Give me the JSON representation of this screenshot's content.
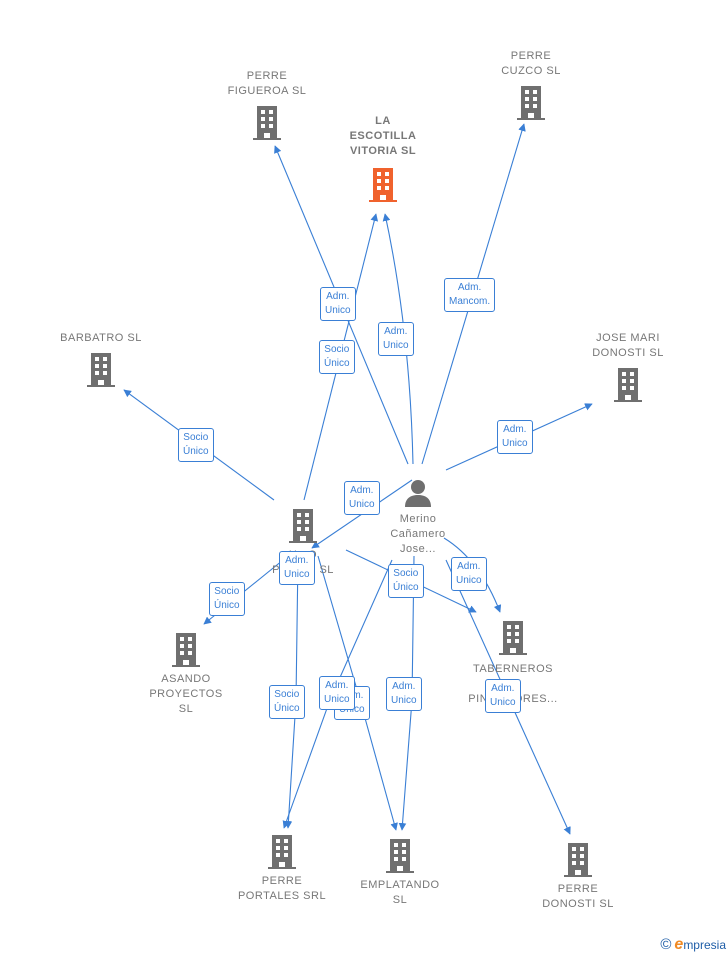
{
  "nodes": {
    "perre_figueroa": {
      "label": [
        "PERRE",
        "FIGUEROA  SL"
      ],
      "type": "company"
    },
    "la_escotilla": {
      "label": [
        "LA",
        "ESCOTILLA",
        "VITORIA  SL"
      ],
      "type": "company",
      "highlight": true
    },
    "perre_cuzco": {
      "label": [
        "PERRE",
        "CUZCO  SL"
      ],
      "type": "company"
    },
    "barbatro": {
      "label": [
        "BARBATRO  SL"
      ],
      "type": "company"
    },
    "jose_mari": {
      "label": [
        "JOSE MARI",
        "DONOSTI  SL"
      ],
      "type": "company"
    },
    "merino": {
      "label": [
        "Merino",
        "Cañamero",
        "Jose..."
      ],
      "type": "person"
    },
    "hostelero": {
      "label": [
        "H...O",
        "PRO...S SL"
      ],
      "type": "company"
    },
    "asando": {
      "label": [
        "ASANDO",
        "PROYECTOS",
        "SL"
      ],
      "type": "company"
    },
    "taberneros": {
      "label": [
        "TABERNEROS",
        "PINTX...ORES..."
      ],
      "type": "company"
    },
    "perre_portales": {
      "label": [
        "PERRE",
        "PORTALES SRL"
      ],
      "type": "company"
    },
    "emplatando": {
      "label": [
        "EMPLATANDO",
        "SL"
      ],
      "type": "company"
    },
    "perre_donosti": {
      "label": [
        "PERRE",
        "DONOSTI  SL"
      ],
      "type": "company"
    }
  },
  "relations": [
    {
      "id": "r1",
      "lines": [
        "Adm.",
        "Unico"
      ]
    },
    {
      "id": "r2",
      "lines": [
        "Adm.",
        "Unico"
      ]
    },
    {
      "id": "r3",
      "lines": [
        "Adm.",
        "Mancom."
      ]
    },
    {
      "id": "r4",
      "lines": [
        "Socio",
        "Único"
      ]
    },
    {
      "id": "r5",
      "lines": [
        "Socio",
        "Único"
      ]
    },
    {
      "id": "r6",
      "lines": [
        "Adm.",
        "Unico"
      ]
    },
    {
      "id": "r7",
      "lines": [
        "Adm.",
        "Unico"
      ]
    },
    {
      "id": "r8",
      "lines": [
        "Adm.",
        "Unico"
      ]
    },
    {
      "id": "r9",
      "lines": [
        "Socio",
        "Único"
      ]
    },
    {
      "id": "r10",
      "lines": [
        "Adm.",
        "Unico"
      ]
    },
    {
      "id": "r11",
      "lines": [
        "Socio",
        "Único"
      ]
    },
    {
      "id": "r12",
      "lines": [
        "Socio",
        "Único"
      ]
    },
    {
      "id": "r13",
      "lines": [
        "Adm.",
        "Unico"
      ]
    },
    {
      "id": "r14",
      "lines": [
        "Adm.",
        "Unico"
      ]
    },
    {
      "id": "r15",
      "lines": [
        "Adm.",
        "Unico"
      ]
    },
    {
      "id": "r16",
      "lines": [
        "Adm.",
        "Unico"
      ]
    }
  ],
  "colors": {
    "edge": "#3a7fd5",
    "company": "#6f6f6f",
    "highlight": "#f0622d",
    "text": "#777777"
  },
  "brand": {
    "copyright": "©",
    "first_letter": "e",
    "rest": "mpresia"
  }
}
